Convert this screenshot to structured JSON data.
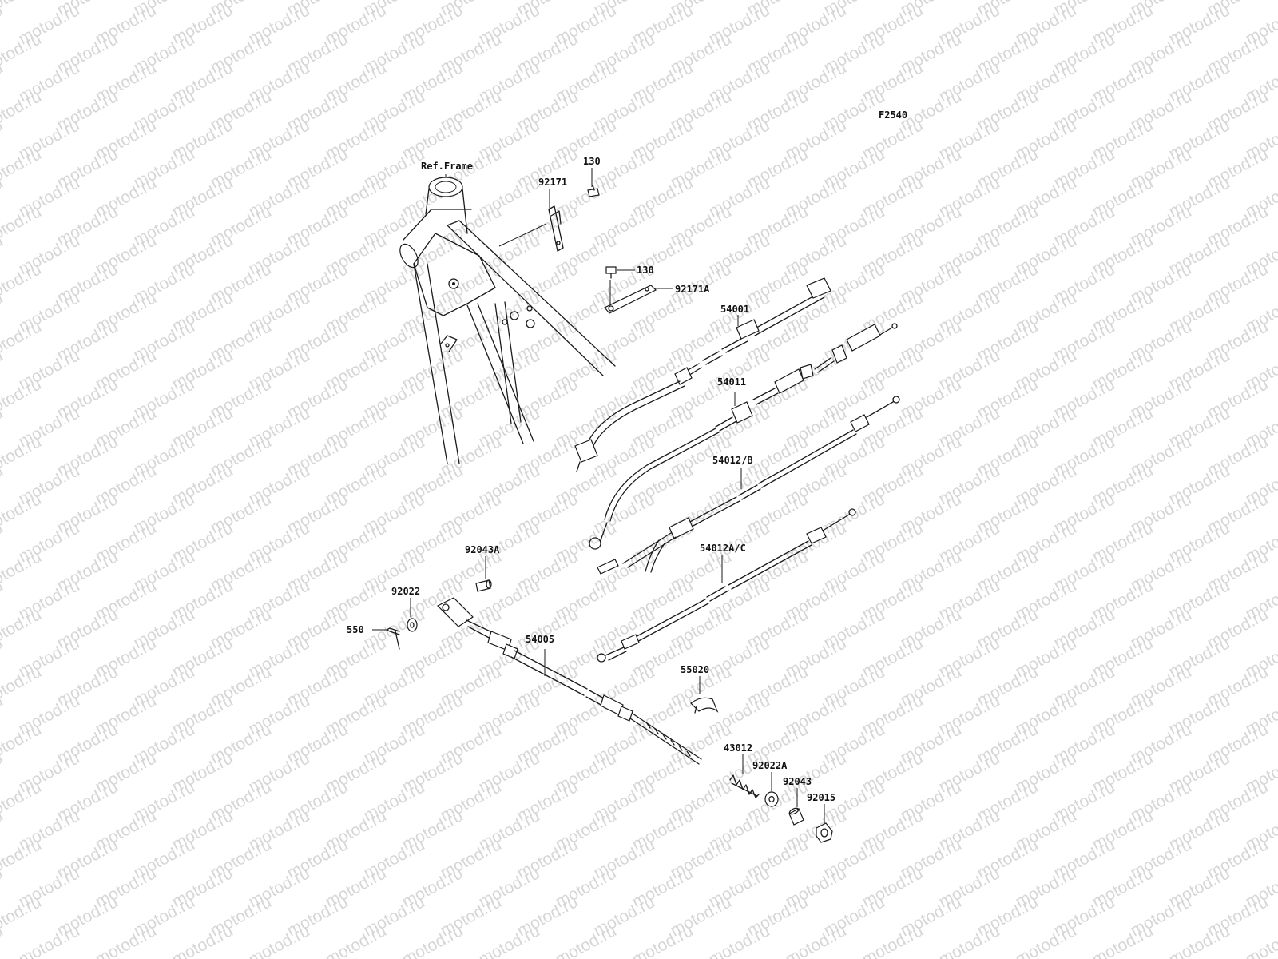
{
  "watermark": {
    "text": "motod.ru"
  },
  "figure_code": "F2540",
  "frame_ref": "Ref.Frame",
  "callouts": {
    "p130a": "130",
    "p92171": "92171",
    "p130b": "130",
    "p92171A": "92171A",
    "p54001": "54001",
    "p54011": "54011",
    "p54012B": "54012/B",
    "p54012AC": "54012A/C",
    "p92043A": "92043A",
    "p92022": "92022",
    "p550": "550",
    "p54005": "54005",
    "p55020": "55020",
    "p43012": "43012",
    "p92022A": "92022A",
    "p92043": "92043",
    "p92015": "92015"
  }
}
